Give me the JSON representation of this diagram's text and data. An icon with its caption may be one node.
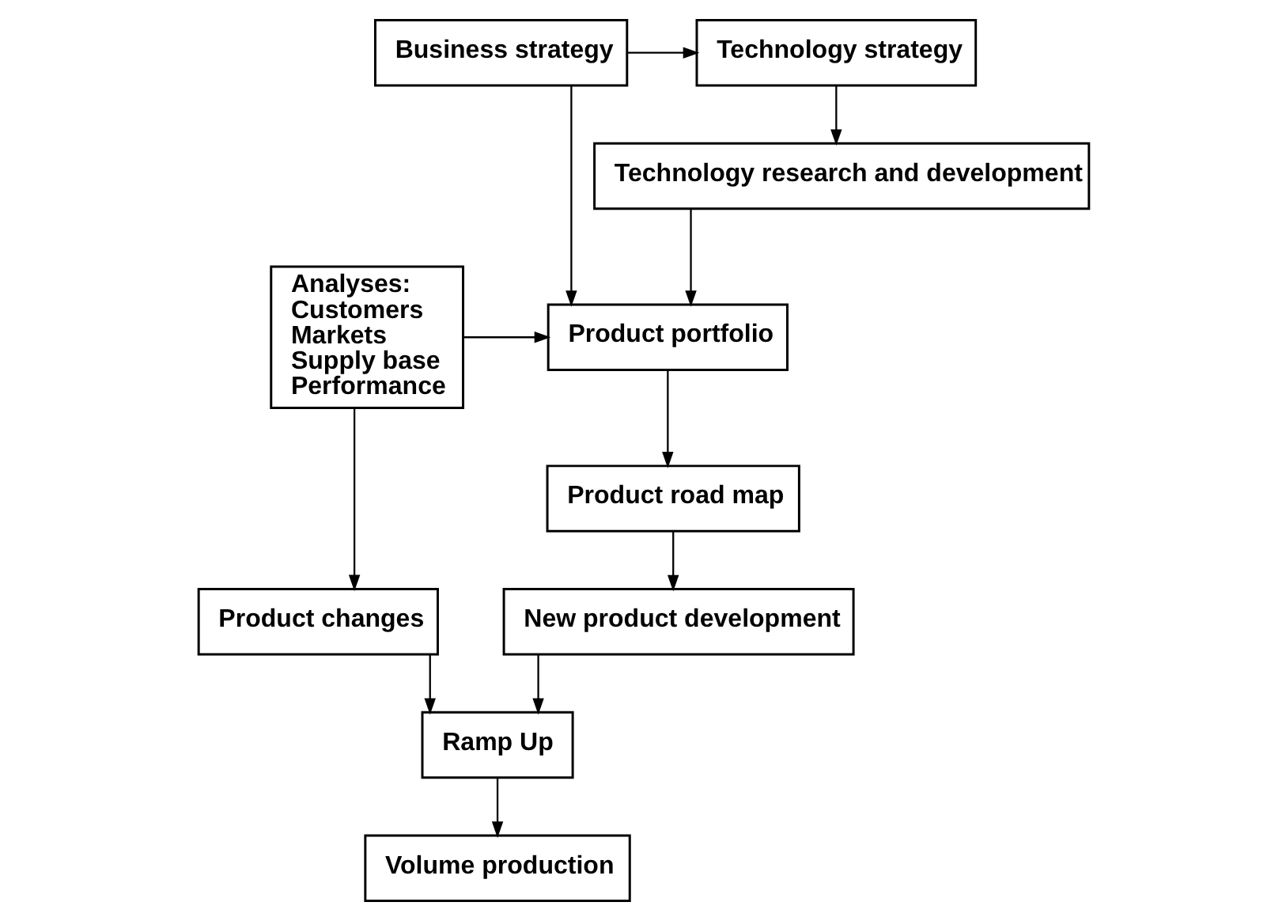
{
  "diagram": {
    "nodes": [
      {
        "text": [
          "Business strategy"
        ]
      },
      {
        "text": [
          "Technology strategy"
        ]
      },
      {
        "text": [
          "Technology research and development"
        ]
      },
      {
        "text": [
          "Product portfolio"
        ]
      },
      {
        "text": [
          "Analyses:",
          "Customers",
          "Markets",
          "Supply base",
          "Performance"
        ]
      },
      {
        "text": [
          "Product road map"
        ]
      },
      {
        "text": [
          "New product development"
        ]
      },
      {
        "text": [
          "Product changes"
        ]
      },
      {
        "text": [
          "Ramp Up"
        ]
      },
      {
        "text": [
          "Volume production"
        ]
      }
    ],
    "edges": [
      {
        "from": 0,
        "to": 1,
        "arrow": "to"
      },
      {
        "from": 1,
        "to": 2,
        "arrow": "to"
      },
      {
        "from": 0,
        "to": 3,
        "arrow": "to"
      },
      {
        "from": 2,
        "to": 3,
        "arrow": "to"
      },
      {
        "from": 4,
        "to": 3,
        "arrow": "to"
      },
      {
        "from": 3,
        "to": 5,
        "arrow": "to"
      },
      {
        "from": 5,
        "to": 6,
        "arrow": "to"
      },
      {
        "from": 4,
        "to": 7,
        "arrow": "to"
      },
      {
        "from": 6,
        "to": 8,
        "arrow": "to"
      },
      {
        "from": 7,
        "to": 8,
        "arrow": "to"
      },
      {
        "from": 8,
        "to": 9,
        "arrow": "to"
      }
    ]
  }
}
